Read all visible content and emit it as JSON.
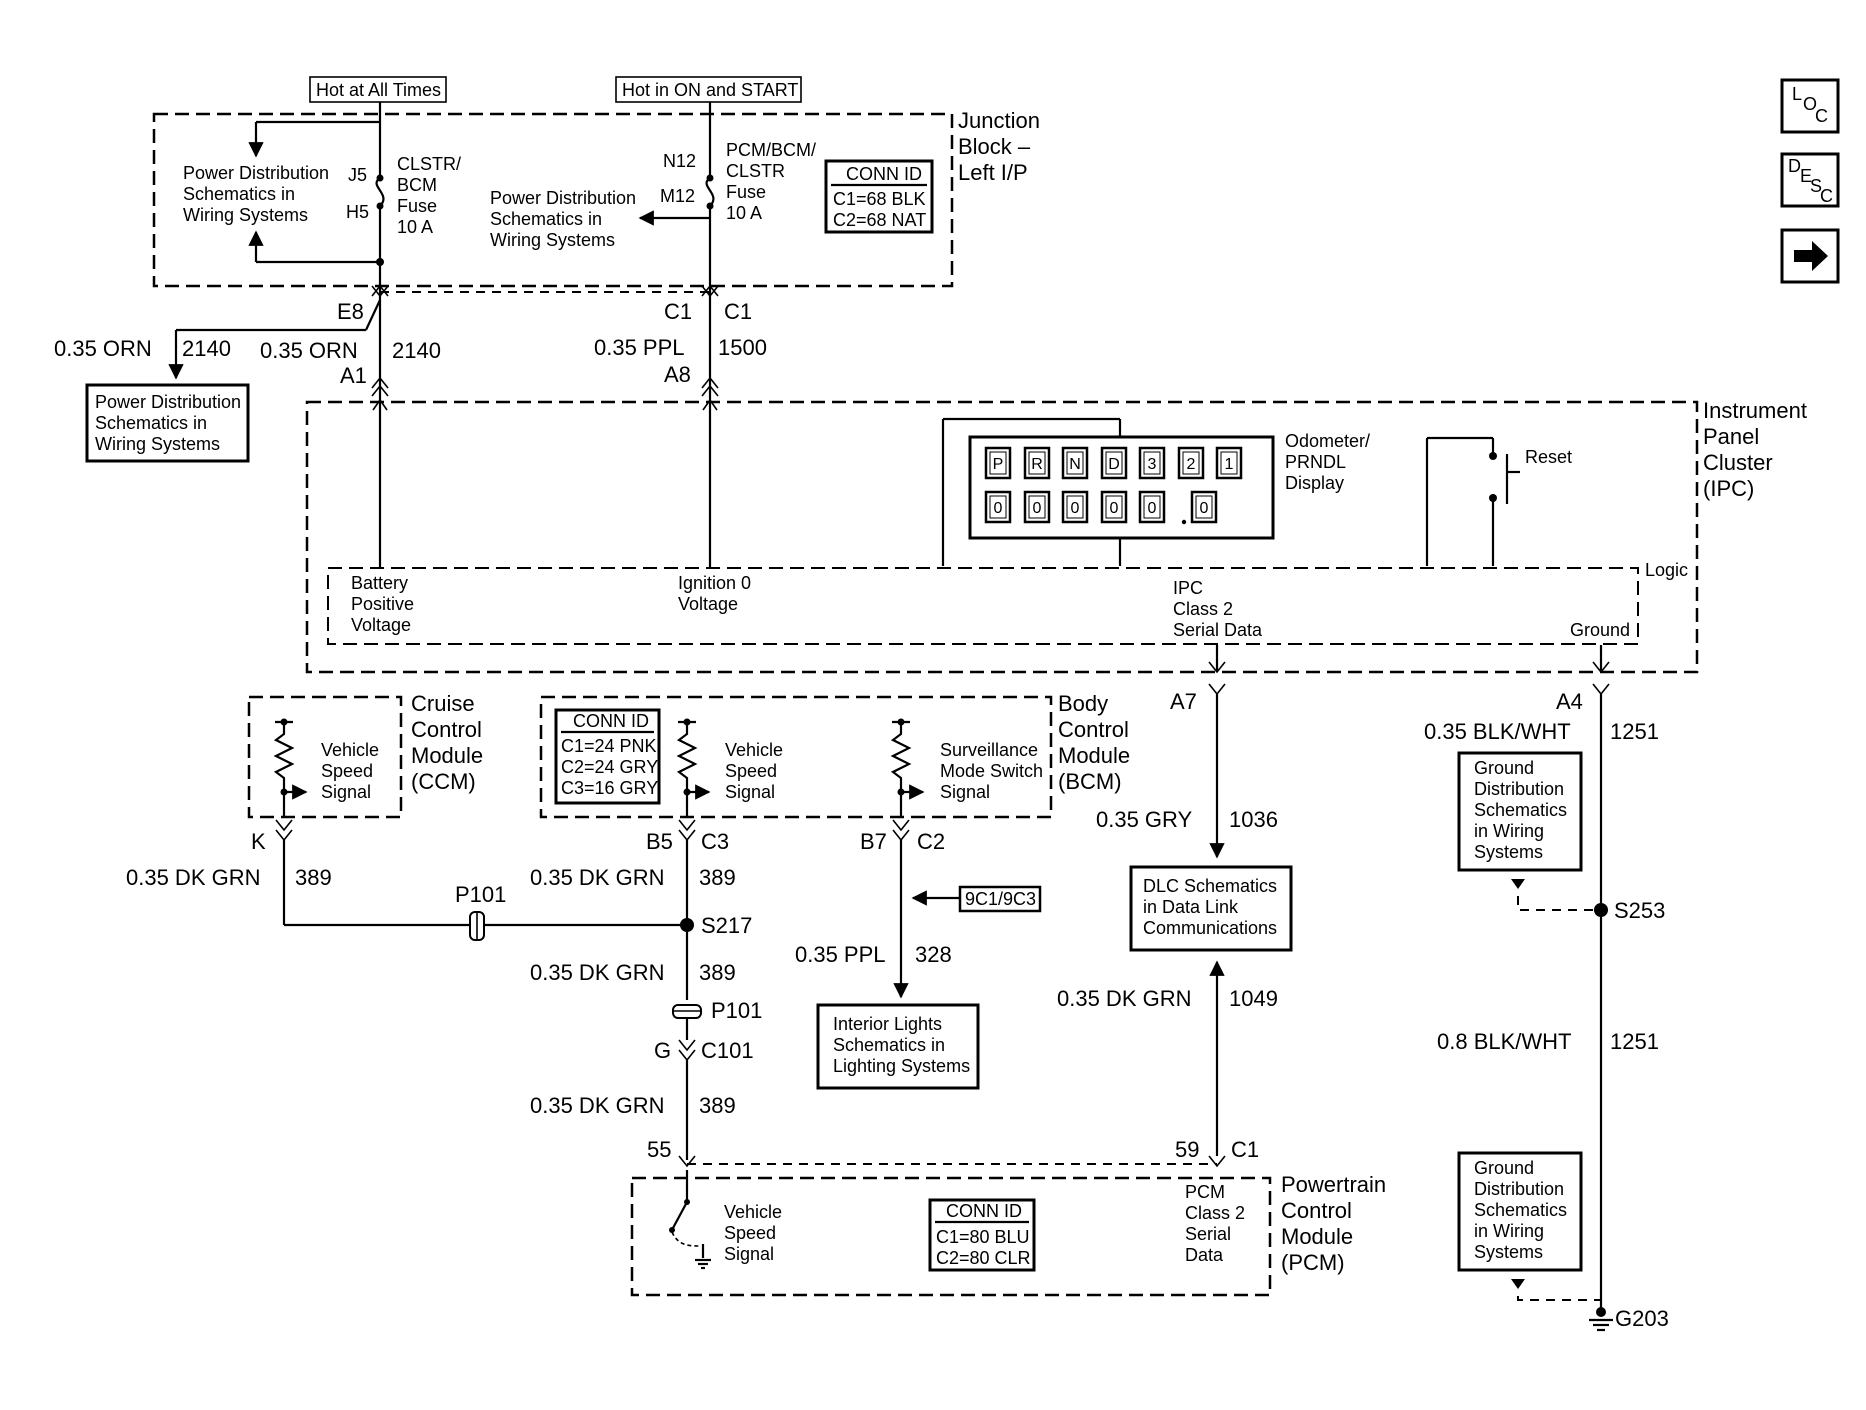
{
  "nav": {
    "loc_label": "LOC",
    "desc_label": "DESC",
    "next": "→"
  },
  "headers": {
    "hot_always": "Hot at All Times",
    "hot_on_start": "Hot in ON and START"
  },
  "junction_block": {
    "title1": "Junction",
    "title2": "Block –",
    "title3": "Left I/P",
    "pd1": [
      "Power Distribution",
      "Schematics in",
      "Wiring Systems"
    ],
    "pd2": [
      "Power Distribution",
      "Schematics in",
      "Wiring Systems"
    ],
    "fuse1": [
      "CLSTR/",
      "BCM",
      "Fuse",
      "10 A"
    ],
    "fuse2": [
      "PCM/BCM/",
      "CLSTR",
      "Fuse",
      "10 A"
    ],
    "pins": {
      "j5": "J5",
      "h5": "H5",
      "n12": "N12",
      "m12": "M12"
    },
    "conn": {
      "title": "CONN ID",
      "c1": "C1=68 BLK",
      "c2": "C2=68 NAT"
    }
  },
  "wires_top": {
    "e8": "E8",
    "a1": "A1",
    "c1a": "C1",
    "c1b": "C1",
    "a8": "A8",
    "orn_left": "0.35 ORN",
    "orn_left_num": "2140",
    "orn": "0.35 ORN",
    "orn_num": "2140",
    "ppl": "0.35 PPL",
    "ppl_num": "1500",
    "pd_box": [
      "Power Distribution",
      "Schematics in",
      "Wiring Systems"
    ]
  },
  "ipc": {
    "title": [
      "Instrument",
      "Panel",
      "Cluster",
      "(IPC)"
    ],
    "prndl": [
      "P",
      "R",
      "N",
      "D",
      "3",
      "2",
      "1"
    ],
    "odo": [
      "0",
      "0",
      "0",
      "0",
      "0",
      "0"
    ],
    "odo_label": [
      "Odometer/",
      "PRNDL",
      "Display"
    ],
    "reset": "Reset",
    "logic": "Logic",
    "battery": [
      "Battery",
      "Positive",
      "Voltage"
    ],
    "ignition": [
      "Ignition 0",
      "Voltage"
    ],
    "serial": [
      "IPC",
      "Class 2",
      "Serial Data"
    ],
    "ground": "Ground"
  },
  "ccm": {
    "title": [
      "Cruise",
      "Control",
      "Module",
      "(CCM)"
    ],
    "signal": [
      "Vehicle",
      "Speed",
      "Signal"
    ],
    "pin": "K",
    "wire": "0.35 DK GRN",
    "wire_num": "389"
  },
  "bcm": {
    "title": [
      "Body",
      "Control",
      "Module",
      "(BCM)"
    ],
    "conn": {
      "title": "CONN ID",
      "c1": "C1=24 PNK",
      "c2": "C2=24 GRY",
      "c3": "C3=16 GRY"
    },
    "vss": [
      "Vehicle",
      "Speed",
      "Signal"
    ],
    "surv": [
      "Surveillance",
      "Mode Switch",
      "Signal"
    ],
    "b5": "B5",
    "c3": "C3",
    "b7": "B7",
    "c2": "C2",
    "wire1": "0.35 DK GRN",
    "wire1_num": "389",
    "ref": "9C1/9C3",
    "ppl": "0.35 PPL",
    "ppl_num": "328",
    "interior": [
      "Interior Lights",
      "Schematics in",
      "Lighting Systems"
    ]
  },
  "splice": {
    "p101_left": "P101",
    "s217": "S217",
    "wire2": "0.35 DK GRN",
    "wire2_num": "389",
    "p101": "P101",
    "g": "G",
    "c101": "C101",
    "wire3": "0.35 DK GRN",
    "wire3_num": "389",
    "pin55": "55"
  },
  "serial": {
    "a7": "A7",
    "gry": "0.35 GRY",
    "gry_num": "1036",
    "dlc": [
      "DLC Schematics",
      "in Data Link",
      "Communications"
    ],
    "dkgrn": "0.35 DK GRN",
    "dkgrn_num": "1049",
    "pin59": "59",
    "c1": "C1"
  },
  "ground": {
    "a4": "A4",
    "blk": "0.35 BLK/WHT",
    "blk_num": "1251",
    "gd1": [
      "Ground",
      "Distribution",
      "Schematics",
      "in Wiring",
      "Systems"
    ],
    "s253": "S253",
    "blk2": "0.8 BLK/WHT",
    "blk2_num": "1251",
    "gd2": [
      "Ground",
      "Distribution",
      "Schematics",
      "in Wiring",
      "Systems"
    ],
    "g203": "G203"
  },
  "pcm": {
    "title": [
      "Powertrain",
      "Control",
      "Module",
      "(PCM)"
    ],
    "signal": [
      "Vehicle",
      "Speed",
      "Signal"
    ],
    "conn": {
      "title": "CONN ID",
      "c1": "C1=80 BLU",
      "c2": "C2=80 CLR"
    },
    "data": [
      "PCM",
      "Class 2",
      "Serial",
      "Data"
    ]
  }
}
